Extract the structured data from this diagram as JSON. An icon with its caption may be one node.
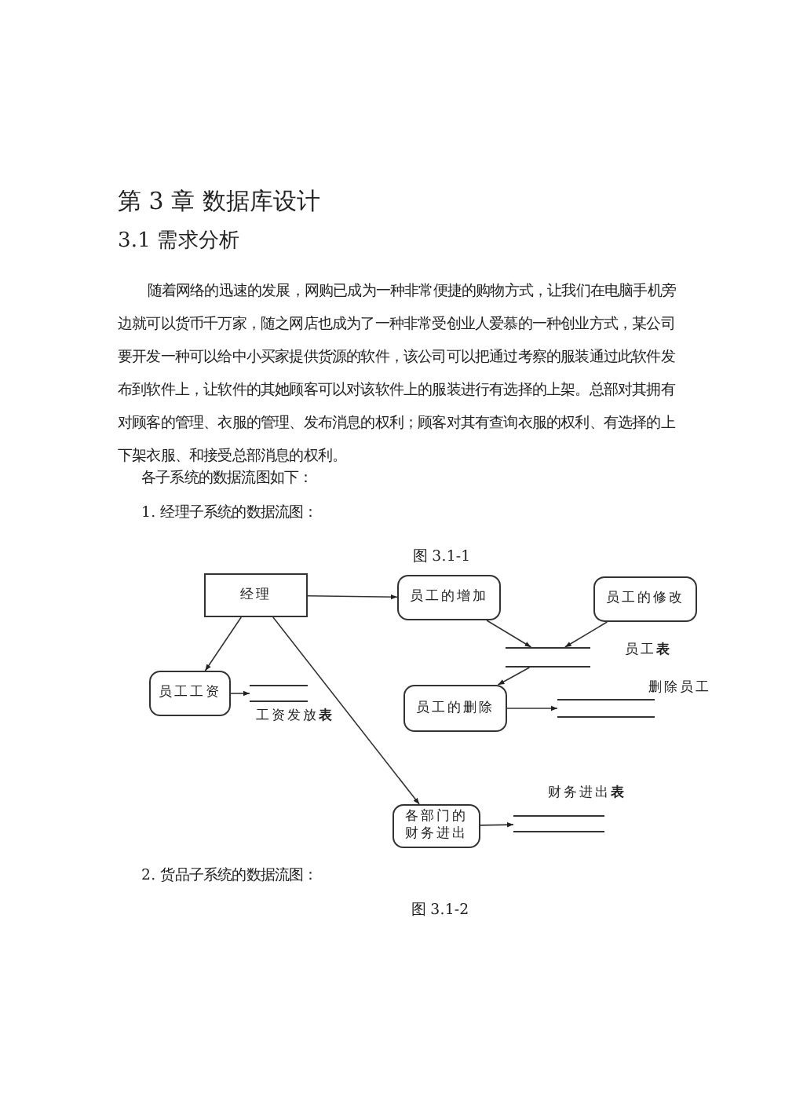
{
  "diagram": {
    "title": "第 3 章 数据库设计",
    "nodes": [
      {
        "text": [
          "经理"
        ]
      },
      {
        "text": [
          "员工的增加"
        ]
      },
      {
        "text": [
          "员工的修改"
        ]
      },
      {
        "text": [
          "员工工资"
        ]
      },
      {
        "text": [
          "员工的删除"
        ]
      },
      {
        "text": [
          "各部门的财务进出"
        ]
      },
      {
        "text": [
          "员工**表**"
        ]
      },
      {
        "text": [
          "工资发放**表**"
        ]
      },
      {
        "text": [
          "删除员工"
        ]
      },
      {
        "text": [
          "财务进出**表**"
        ]
      }
    ],
    "edges": [
      {
        "from": 0,
        "to": 1,
        "arrow": "to"
      },
      {
        "from": 1,
        "to": 6,
        "arrow": "to"
      },
      {
        "from": 2,
        "to": 6,
        "arrow": "to"
      },
      {
        "from": 6,
        "to": 4,
        "arrow": "to"
      },
      {
        "from": 0,
        "to": 3,
        "arrow": "to"
      },
      {
        "from": 3,
        "to": 7,
        "arrow": "to"
      },
      {
        "from": 4,
        "to": 8,
        "arrow": "to"
      },
      {
        "from": 0,
        "to": 5,
        "arrow": "to"
      },
      {
        "from": 5,
        "to": 9,
        "arrow": "to"
      }
    ],
    "labels": [
      "3.1 需求分析",
      "随着网络的迅速的发展，网购已成为一种非常便捷的购物方式，让我们在电脑手机旁边就可以货币千万家，随之网店也成为了一种非常受创业人爱慕的一种创业方式，某公司要开发一种可以给中小买家提供货源的软件，该公司可以把通过考察的服装通过此软件发布到软件上，让软件的其她顾客可以对该软件上的服装进行有选择的上架。总部对其拥有对顾客的管理、衣服的管理、发布消息的权利；顾客对其有查询衣服的权利、有选择的上下架衣服、和接受总部消息的权利。",
      "各子系统的数据流图如下：",
      "1. 经理子系统的数据流图：",
      "图 3.1-1",
      "2. 货品子系统的数据流图：",
      "图 3.1-2"
    ]
  }
}
